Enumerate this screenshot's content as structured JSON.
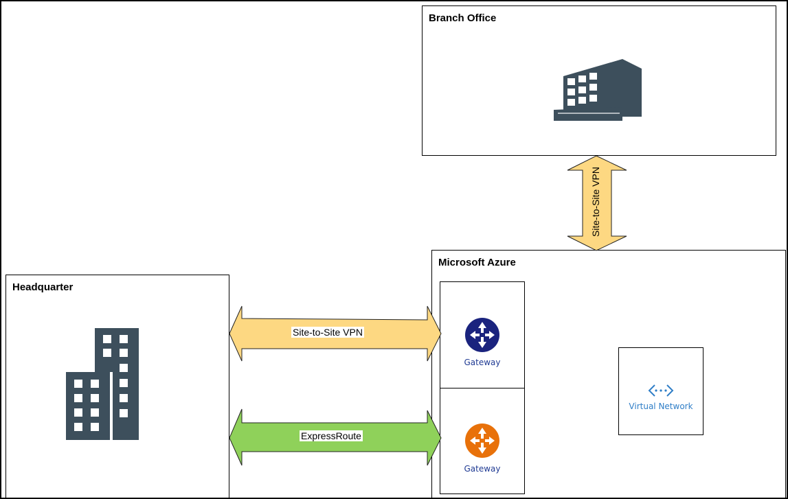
{
  "branch_office": {
    "title": "Branch Office",
    "icon": "office-building-icon"
  },
  "headquarter": {
    "title": "Headquarter",
    "icon": "city-buildings-icon"
  },
  "azure": {
    "title": "Microsoft Azure",
    "gateways": [
      {
        "label": "Gateway",
        "color": "#1a237e",
        "icon": "vpn-gateway-icon"
      },
      {
        "label": "Gateway",
        "color": "#e8710a",
        "icon": "expressroute-gateway-icon"
      }
    ],
    "virtual_network": {
      "label": "Virtual Network",
      "color": "#2f7ec7",
      "icon": "virtual-network-icon"
    }
  },
  "connections": {
    "hq_vpn": {
      "label": "Site-to-Site VPN",
      "color": "#fdd882"
    },
    "hq_expressroute": {
      "label": "ExpressRoute",
      "color": "#8fd15a"
    },
    "branch_vpn": {
      "label": "Site-to-Site VPN",
      "color": "#fdd882"
    }
  },
  "colors": {
    "building": "#3d4f5c"
  }
}
